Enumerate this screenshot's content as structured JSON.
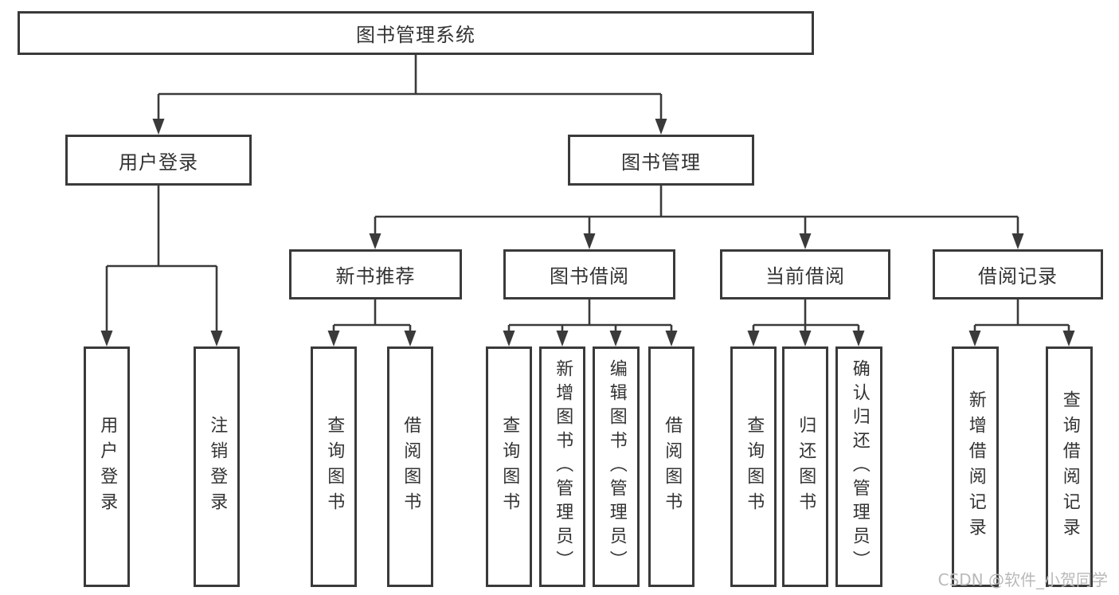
{
  "diagram": {
    "root_label": "图书管理系统",
    "level2": {
      "user_login": "用户登录",
      "book_management": "图书管理"
    },
    "level3": {
      "new_books": "新书推荐",
      "book_borrowing": "图书借阅",
      "current_borrowing": "当前借阅",
      "borrowing_records": "借阅记录"
    },
    "leaves": {
      "user_login": [
        "用户登录",
        "注销登录"
      ],
      "new_books": [
        "查询图书",
        "借阅图书"
      ],
      "book_borrowing": [
        "查询图书",
        "新增图书（管理员）",
        "编辑图书（管理员）",
        "借阅图书"
      ],
      "current_borrowing": [
        "查询图书",
        "归还图书",
        "确认归还（管理员）"
      ],
      "borrowing_records": [
        "新增借阅记录",
        "查询借阅记录"
      ]
    },
    "watermark": "CSDN @软件_小贺同学",
    "colors": {
      "line": "#3a3a3a",
      "box_border": "#3a3a3a",
      "box_fill": "#ffffff",
      "text": "#333333",
      "watermark": "#b9b9b9"
    }
  }
}
